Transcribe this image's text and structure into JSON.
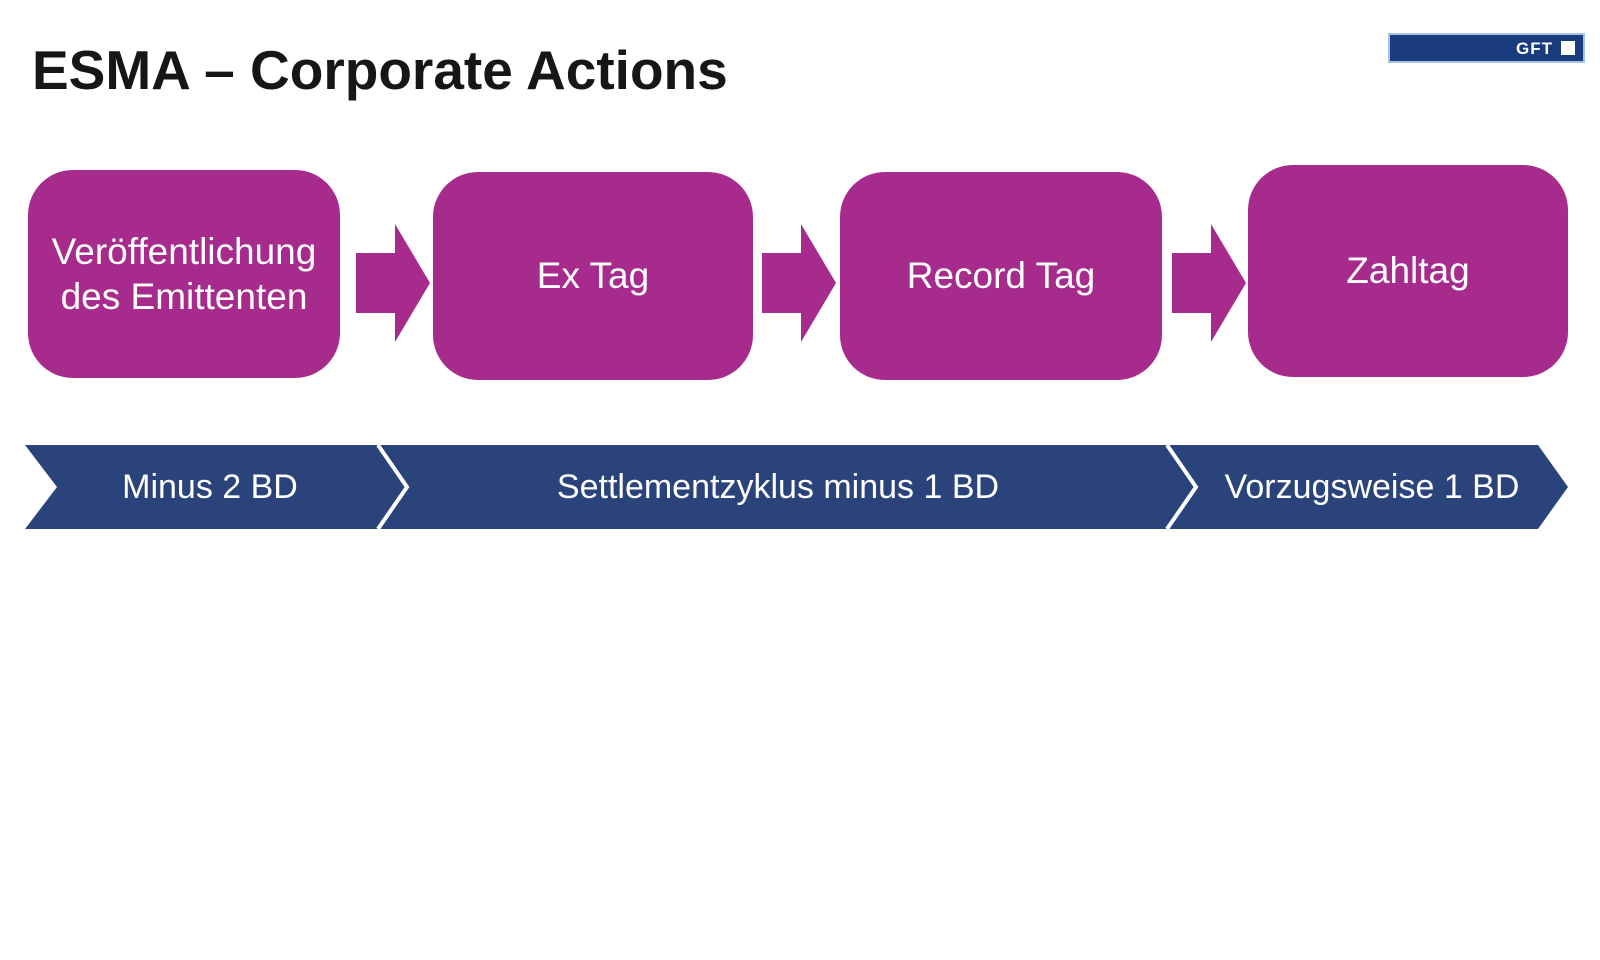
{
  "slide": {
    "title": "ESMA – Corporate Actions",
    "logo": {
      "text": "GFT",
      "square_icon": "white-square",
      "bar_color": "#1a3b7d",
      "border_color": "#a9c1e2"
    },
    "flow": {
      "steps": [
        {
          "label": "Veröffentlichung des Emittenten"
        },
        {
          "label": "Ex Tag"
        },
        {
          "label": "Record Tag"
        },
        {
          "label": "Zahltag"
        }
      ],
      "connector_icon": "right-block-arrow",
      "box_color": "#a62b8c",
      "text_color": "#ffffff"
    },
    "timeline": {
      "segments": [
        {
          "label": "Minus 2 BD"
        },
        {
          "label": "Settlementzyklus minus 1 BD"
        },
        {
          "label": "Vorzugsweise 1 BD"
        }
      ],
      "band_color": "#2a437b",
      "text_color": "#ffffff",
      "shape": "chevron-arrow-band"
    },
    "colors": {
      "magenta": "#a62b8c",
      "navy_band": "#2a437b",
      "logo_navy": "#1a3b7d",
      "title_text": "#161616",
      "background": "#ffffff"
    }
  }
}
